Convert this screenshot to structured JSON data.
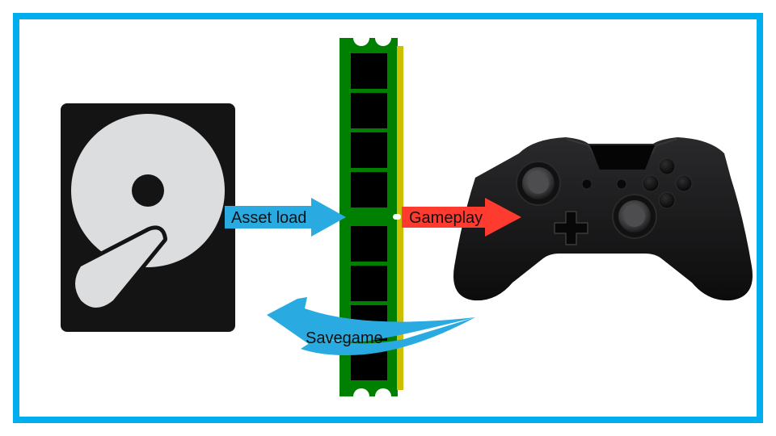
{
  "diagram": {
    "title": "",
    "nodes": [
      {
        "id": "storage",
        "label": "Hard drive",
        "icon": "hard-drive-icon"
      },
      {
        "id": "memory",
        "label": "RAM module",
        "icon": "ram-stick-icon"
      },
      {
        "id": "controller",
        "label": "Game controller",
        "icon": "gamepad-icon"
      }
    ],
    "edges": [
      {
        "from": "storage",
        "to": "memory",
        "label": "Asset load",
        "color": "#29abe2"
      },
      {
        "from": "memory",
        "to": "controller",
        "label": "Gameplay",
        "color": "#ff3b30"
      },
      {
        "from": "memory",
        "to": "storage",
        "label": "Savegame",
        "color": "#29abe2"
      }
    ]
  },
  "colors": {
    "frame": "#00aeef",
    "arrow_blue": "#29abe2",
    "arrow_red": "#ff3b30",
    "ram_pcb": "#008000",
    "ram_contacts": "#ccbf00",
    "ram_chip": "#000000",
    "drive_body": "#141414",
    "drive_platter": "#dcdddf"
  }
}
